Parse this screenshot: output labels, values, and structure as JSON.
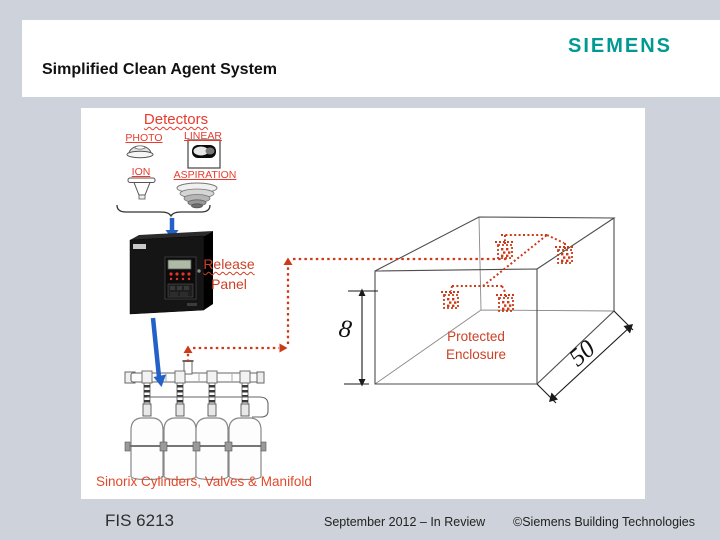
{
  "header": {
    "title": "Simplified Clean Agent System",
    "logo": "SIEMENS"
  },
  "footer": {
    "doc_id": "FIS 6213",
    "status": "September 2012 – In Review",
    "copyright": "©Siemens Building Technologies"
  },
  "diagram": {
    "detectors": {
      "title": "Detectors",
      "photo": "PHOTO",
      "linear": "LINEAR",
      "ion": "ION",
      "aspiration": "ASPIRATION"
    },
    "release_panel": {
      "line1": "Release",
      "line2": "Panel"
    },
    "enclosure": {
      "line1": "Protected",
      "line2": "Enclosure",
      "height_dim": "8",
      "depth_dim": "50"
    },
    "cylinders_caption": "Sinorix Cylinders, Valves & Manifold"
  },
  "colors": {
    "brand_teal": "#009a93",
    "detector_red": "#ea3a2c",
    "diagram_red": "#cc4125",
    "pipe_red": "#cc3a18",
    "arrow_blue": "#2361c9",
    "bg_gray": "#ced2da"
  }
}
